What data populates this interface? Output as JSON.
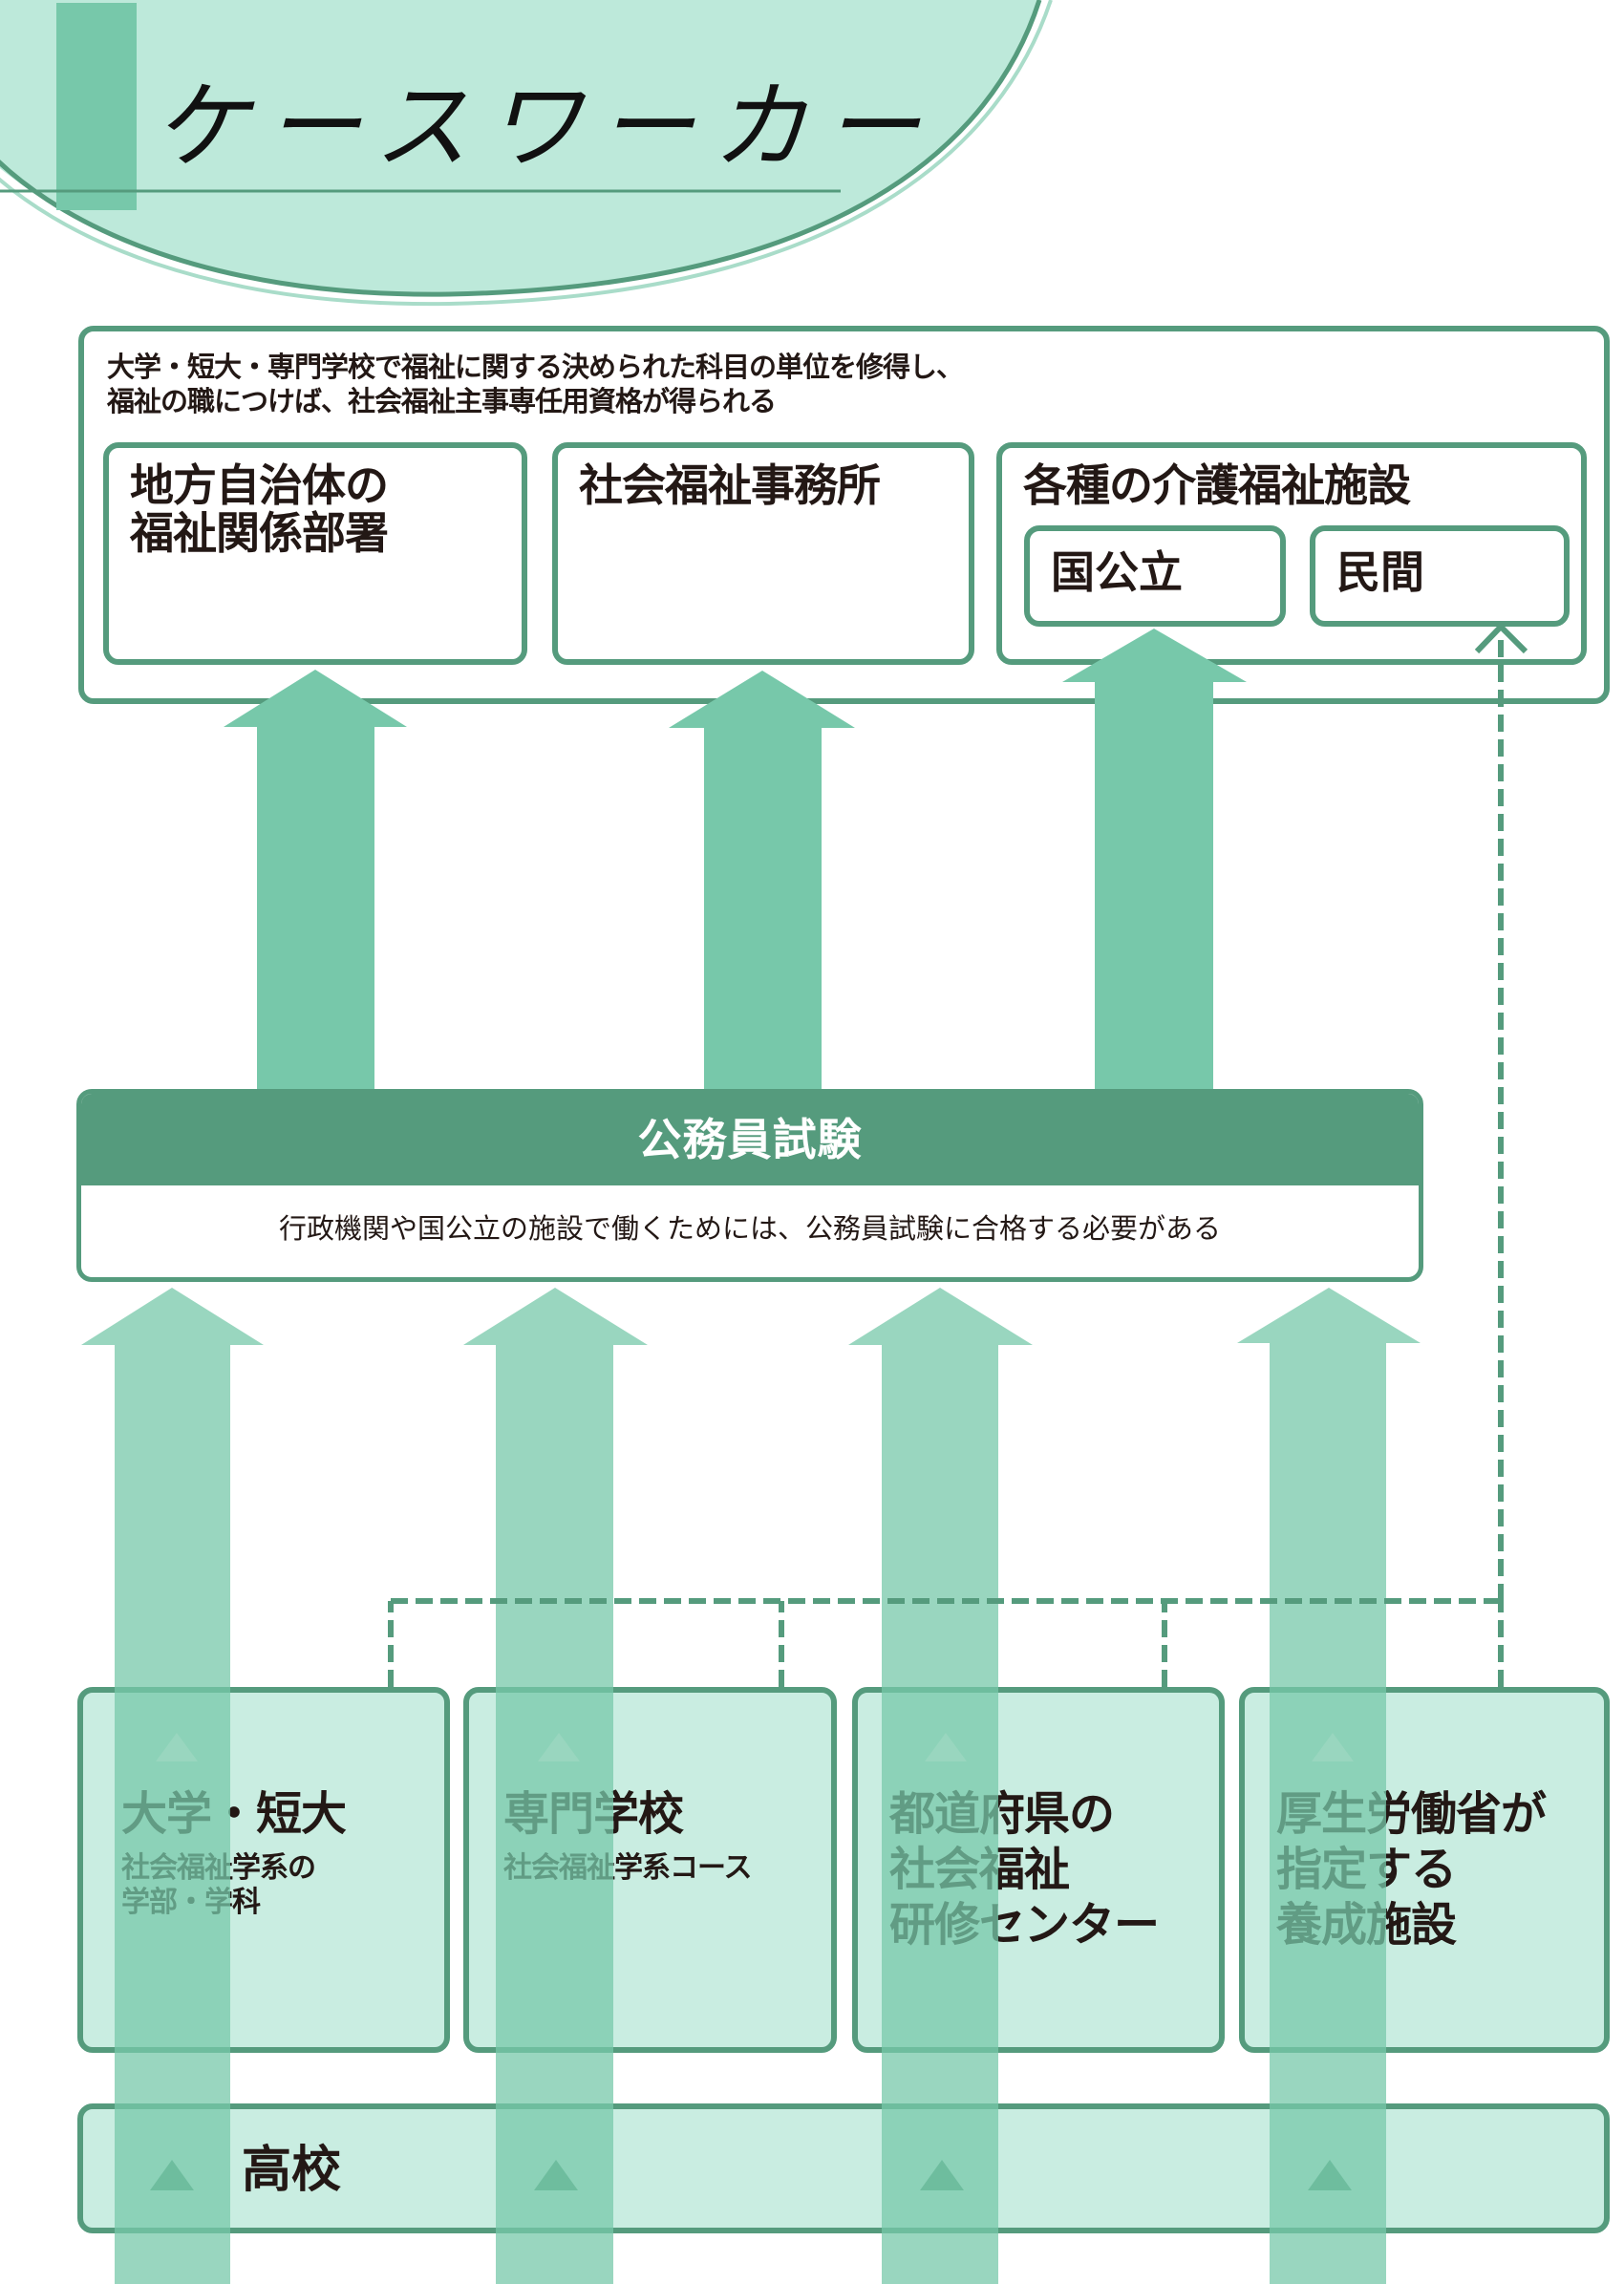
{
  "title": "ケースワーカー",
  "colors": {
    "border": "#559b7d",
    "arrow": "#77c8aa",
    "light_fill": "#bde9da",
    "text": "#231815"
  },
  "qualification_note": {
    "line1": "大学・短大・専門学校で福祉に関する決められた科目の単位を修得し、",
    "line2": "福祉の職につけば、社会福祉主事専任用資格が得られる"
  },
  "destinations": [
    {
      "line1": "地方自治体の",
      "line2": "福祉関係部署"
    },
    {
      "line1": "社会福祉事務所",
      "line2": ""
    },
    {
      "line1": "各種の介護福祉施設",
      "line2": ""
    }
  ],
  "facility_types": [
    "国公立",
    "民間"
  ],
  "exam": {
    "title": "公務員試験",
    "description": "行政機関や国公立の施設で働くためには、公務員試験に合格する必要がある"
  },
  "schools": [
    {
      "title_lines": [
        "大学・短大"
      ],
      "sub_lines": [
        "社会福祉学系の",
        "学部・学科"
      ]
    },
    {
      "title_lines": [
        "専門学校"
      ],
      "sub_lines": [
        "社会福祉学系コース"
      ]
    },
    {
      "title_lines": [
        "都道府県の",
        "社会福祉",
        "研修センター"
      ],
      "sub_lines": []
    },
    {
      "title_lines": [
        "厚生労働省が",
        "指定する",
        "養成施設"
      ],
      "sub_lines": []
    }
  ],
  "high_school": "高校"
}
